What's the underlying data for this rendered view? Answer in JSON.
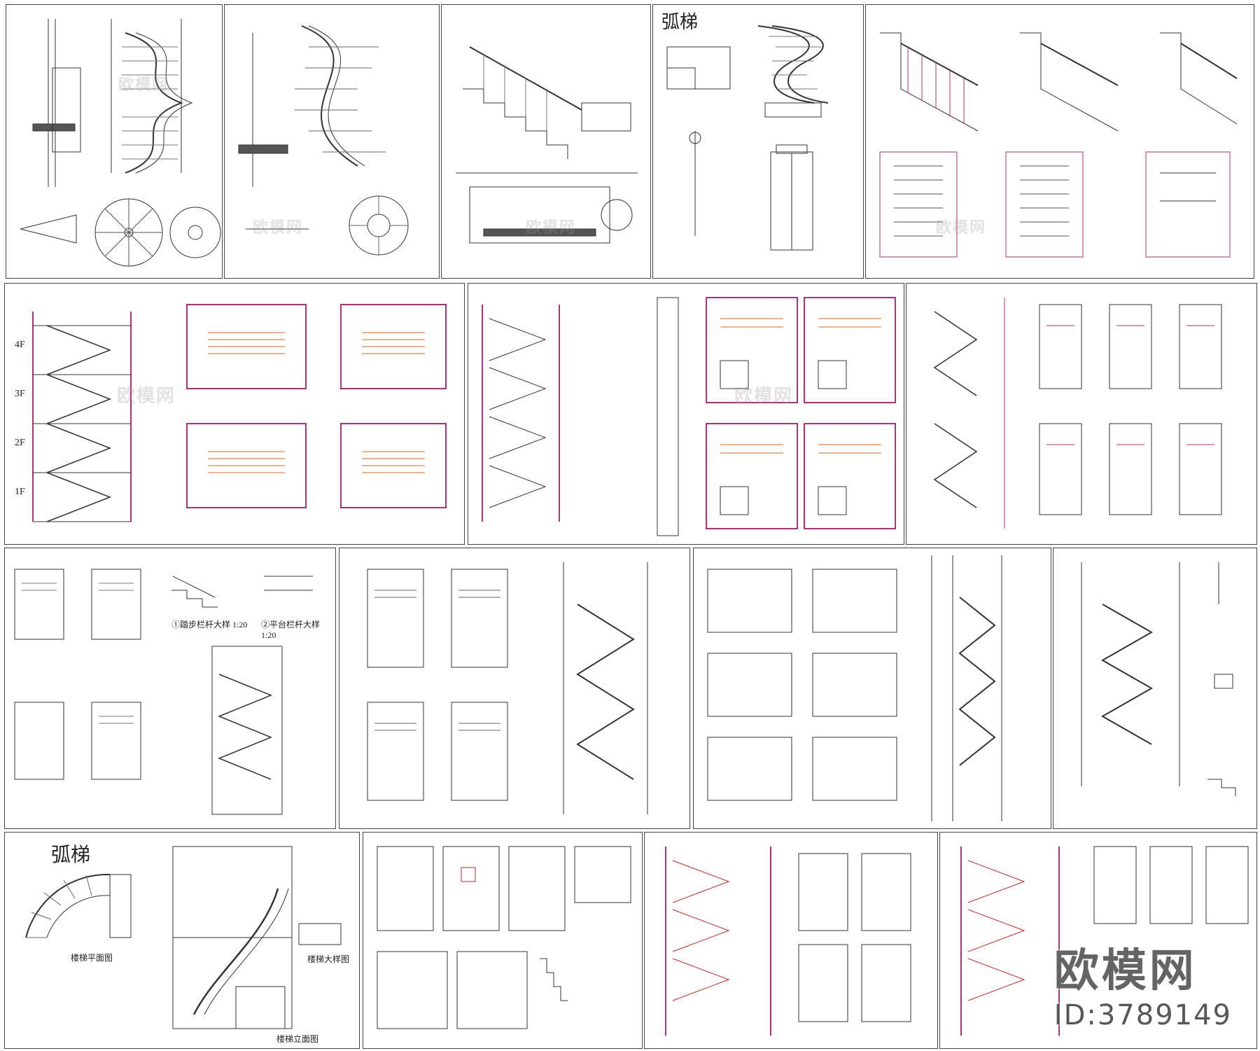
{
  "title_arc_stair_1": "弧梯",
  "title_arc_stair_2": "弧梯",
  "label_stair_plan": "楼梯平面图",
  "label_stair_detail": "楼梯大样图",
  "label_stair_elevation": "楼梯立面图",
  "label_railing_detail_1": "①踏步栏杆大样 1:20",
  "label_railing_detail_2": "②平台栏杆大样 1:20",
  "floor_labels": [
    "4F",
    "3F",
    "2F",
    "1F"
  ],
  "watermark_text": "欧模网",
  "brand_name": "欧模网",
  "brand_id": "ID:3789149",
  "colors": {
    "line": "#333333",
    "wall_magenta": "#b0307a",
    "accent_red": "#d2231e",
    "tread_orange": "#d96a1e"
  }
}
